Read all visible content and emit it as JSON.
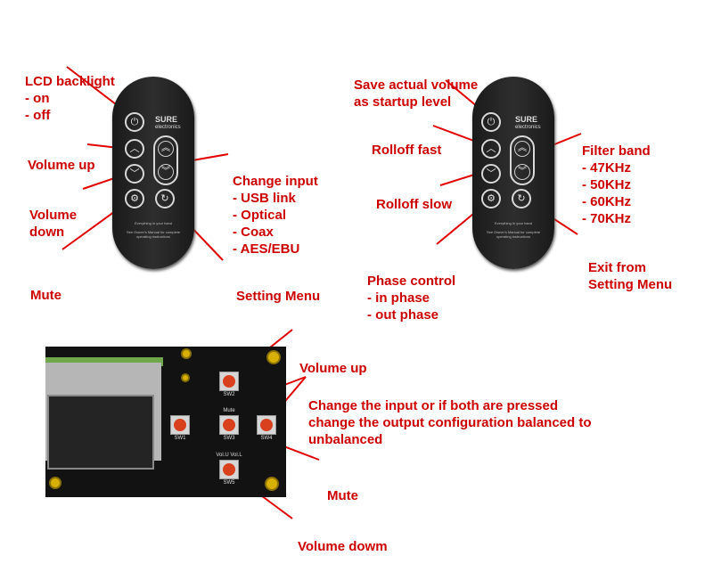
{
  "left_panel": {
    "labels": {
      "backlight": [
        "LCD backlight",
        "- on",
        "- off"
      ],
      "volume_up": [
        "Volume up"
      ],
      "volume_down": [
        "Volume",
        "down"
      ],
      "mute": [
        "Mute"
      ],
      "change_input": [
        "Change input",
        "- USB link",
        "- Optical",
        "- Coax",
        "- AES/EBU"
      ],
      "setting_menu": [
        "Setting Menu"
      ]
    }
  },
  "right_panel": {
    "labels": {
      "save_volume": [
        "Save actual volume",
        "as startup level"
      ],
      "rolloff_fast": [
        "Rolloff fast"
      ],
      "rolloff_slow": [
        "Rolloff slow"
      ],
      "phase_control": [
        "Phase control",
        "- in phase",
        "- out phase"
      ],
      "filter_band": [
        "Filter band",
        "- 47KHz",
        "- 50KHz",
        "- 60KHz",
        "- 70KHz"
      ],
      "exit_menu": [
        "Exit from",
        "Setting Menu"
      ]
    }
  },
  "remote": {
    "brand_name": "SURE",
    "brand_sub": "electronics",
    "tagline": "Everything in your hand",
    "manual_note": "See Owner's Manual for complete operating instructions"
  },
  "board_panel": {
    "labels": {
      "volume_up": [
        "Volume up"
      ],
      "change_input": [
        "Change the input or if both are pressed",
        "change the output configuration balanced to",
        "unbalanced"
      ],
      "mute": [
        "Mute"
      ],
      "volume_down": [
        "Volume dowm"
      ]
    },
    "switch_labels": {
      "sw1": "SW1",
      "sw2": "SW2",
      "sw3": "SW3",
      "sw4": "SW4",
      "sw5": "SW5",
      "mute_silk": "Mute",
      "vol_silk": "Vol.U  Vol.L"
    }
  },
  "colors": {
    "label": "#cc0000",
    "remote_body": "#222222",
    "switch_cap": "#d9411e"
  },
  "icons": [
    "power-icon",
    "chevron-up-icon",
    "chevron-down-icon",
    "gear-icon",
    "cycle-icon",
    "double-chevron-up-icon",
    "double-chevron-down-icon"
  ]
}
